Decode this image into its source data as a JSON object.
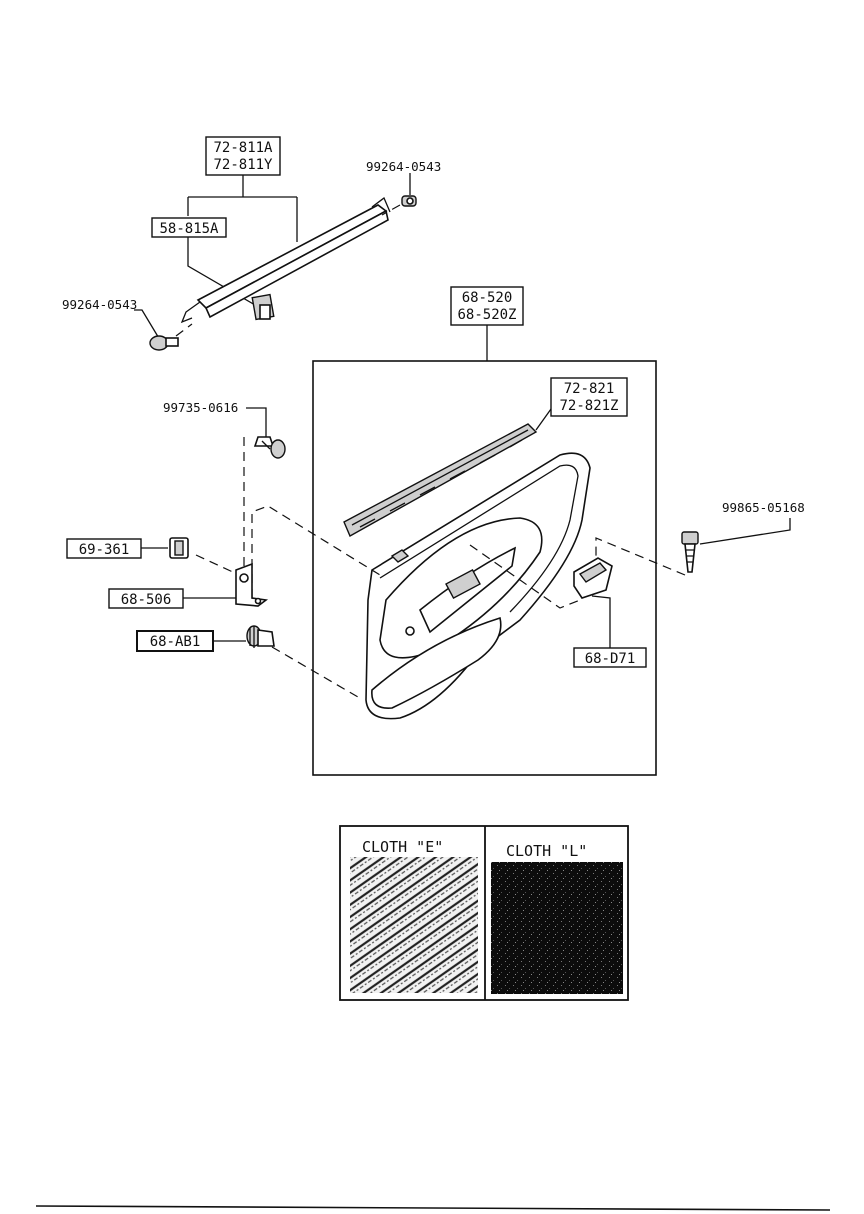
{
  "labels": {
    "rail_a": "72-811A",
    "rail_y": "72-811Y",
    "clip_58": "58-815A",
    "screw_top": "99264-0543",
    "screw_left": "99264-0543",
    "panel_a": "68-520",
    "panel_z": "68-520Z",
    "weather_a": "72-821",
    "weather_z": "72-821Z",
    "bolt_99735": "99735-0616",
    "screw_99865": "99865-05168",
    "clip_69": "69-361",
    "bracket_68": "68-506",
    "fastener_68ab": "68-AB1",
    "cup_68d": "68-D71"
  },
  "swatches": {
    "cloth_e": "CLOTH \"E\"",
    "cloth_l": "CLOTH \"L\""
  },
  "colors": {
    "ink": "#111111",
    "paper": "#ffffff"
  }
}
